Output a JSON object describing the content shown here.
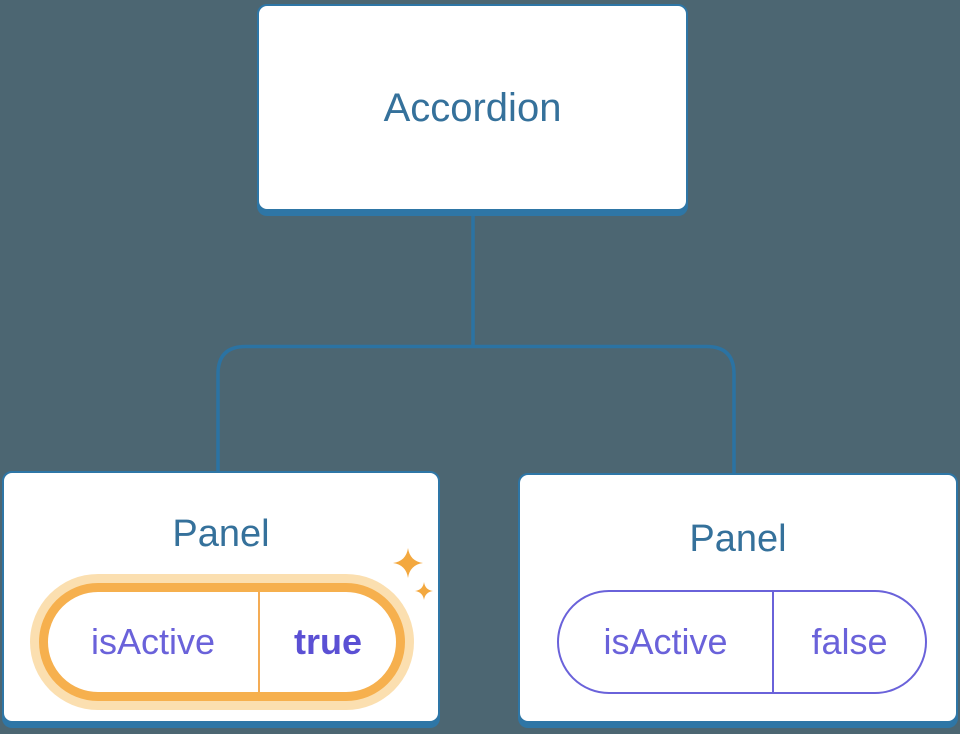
{
  "palette": {
    "background": "#4C6672",
    "node_border_blue": "#2E76A6",
    "connector_blue": "#2B73A3",
    "node_text_blue": "#35719B",
    "state_purple": "#6A62DA",
    "state_value_bold_purple": "#5B50D4",
    "highlight_orange": "#F6B04E",
    "highlight_glow_orange": "#FBDFB0",
    "sparkle_orange": "#F3A83F"
  },
  "root_node": {
    "label": "Accordion"
  },
  "panels": [
    {
      "label": "Panel",
      "state_key": "isActive",
      "state_value": "true",
      "highlighted": true,
      "icon": "sparkles-icon"
    },
    {
      "label": "Panel",
      "state_key": "isActive",
      "state_value": "false",
      "highlighted": false
    }
  ]
}
